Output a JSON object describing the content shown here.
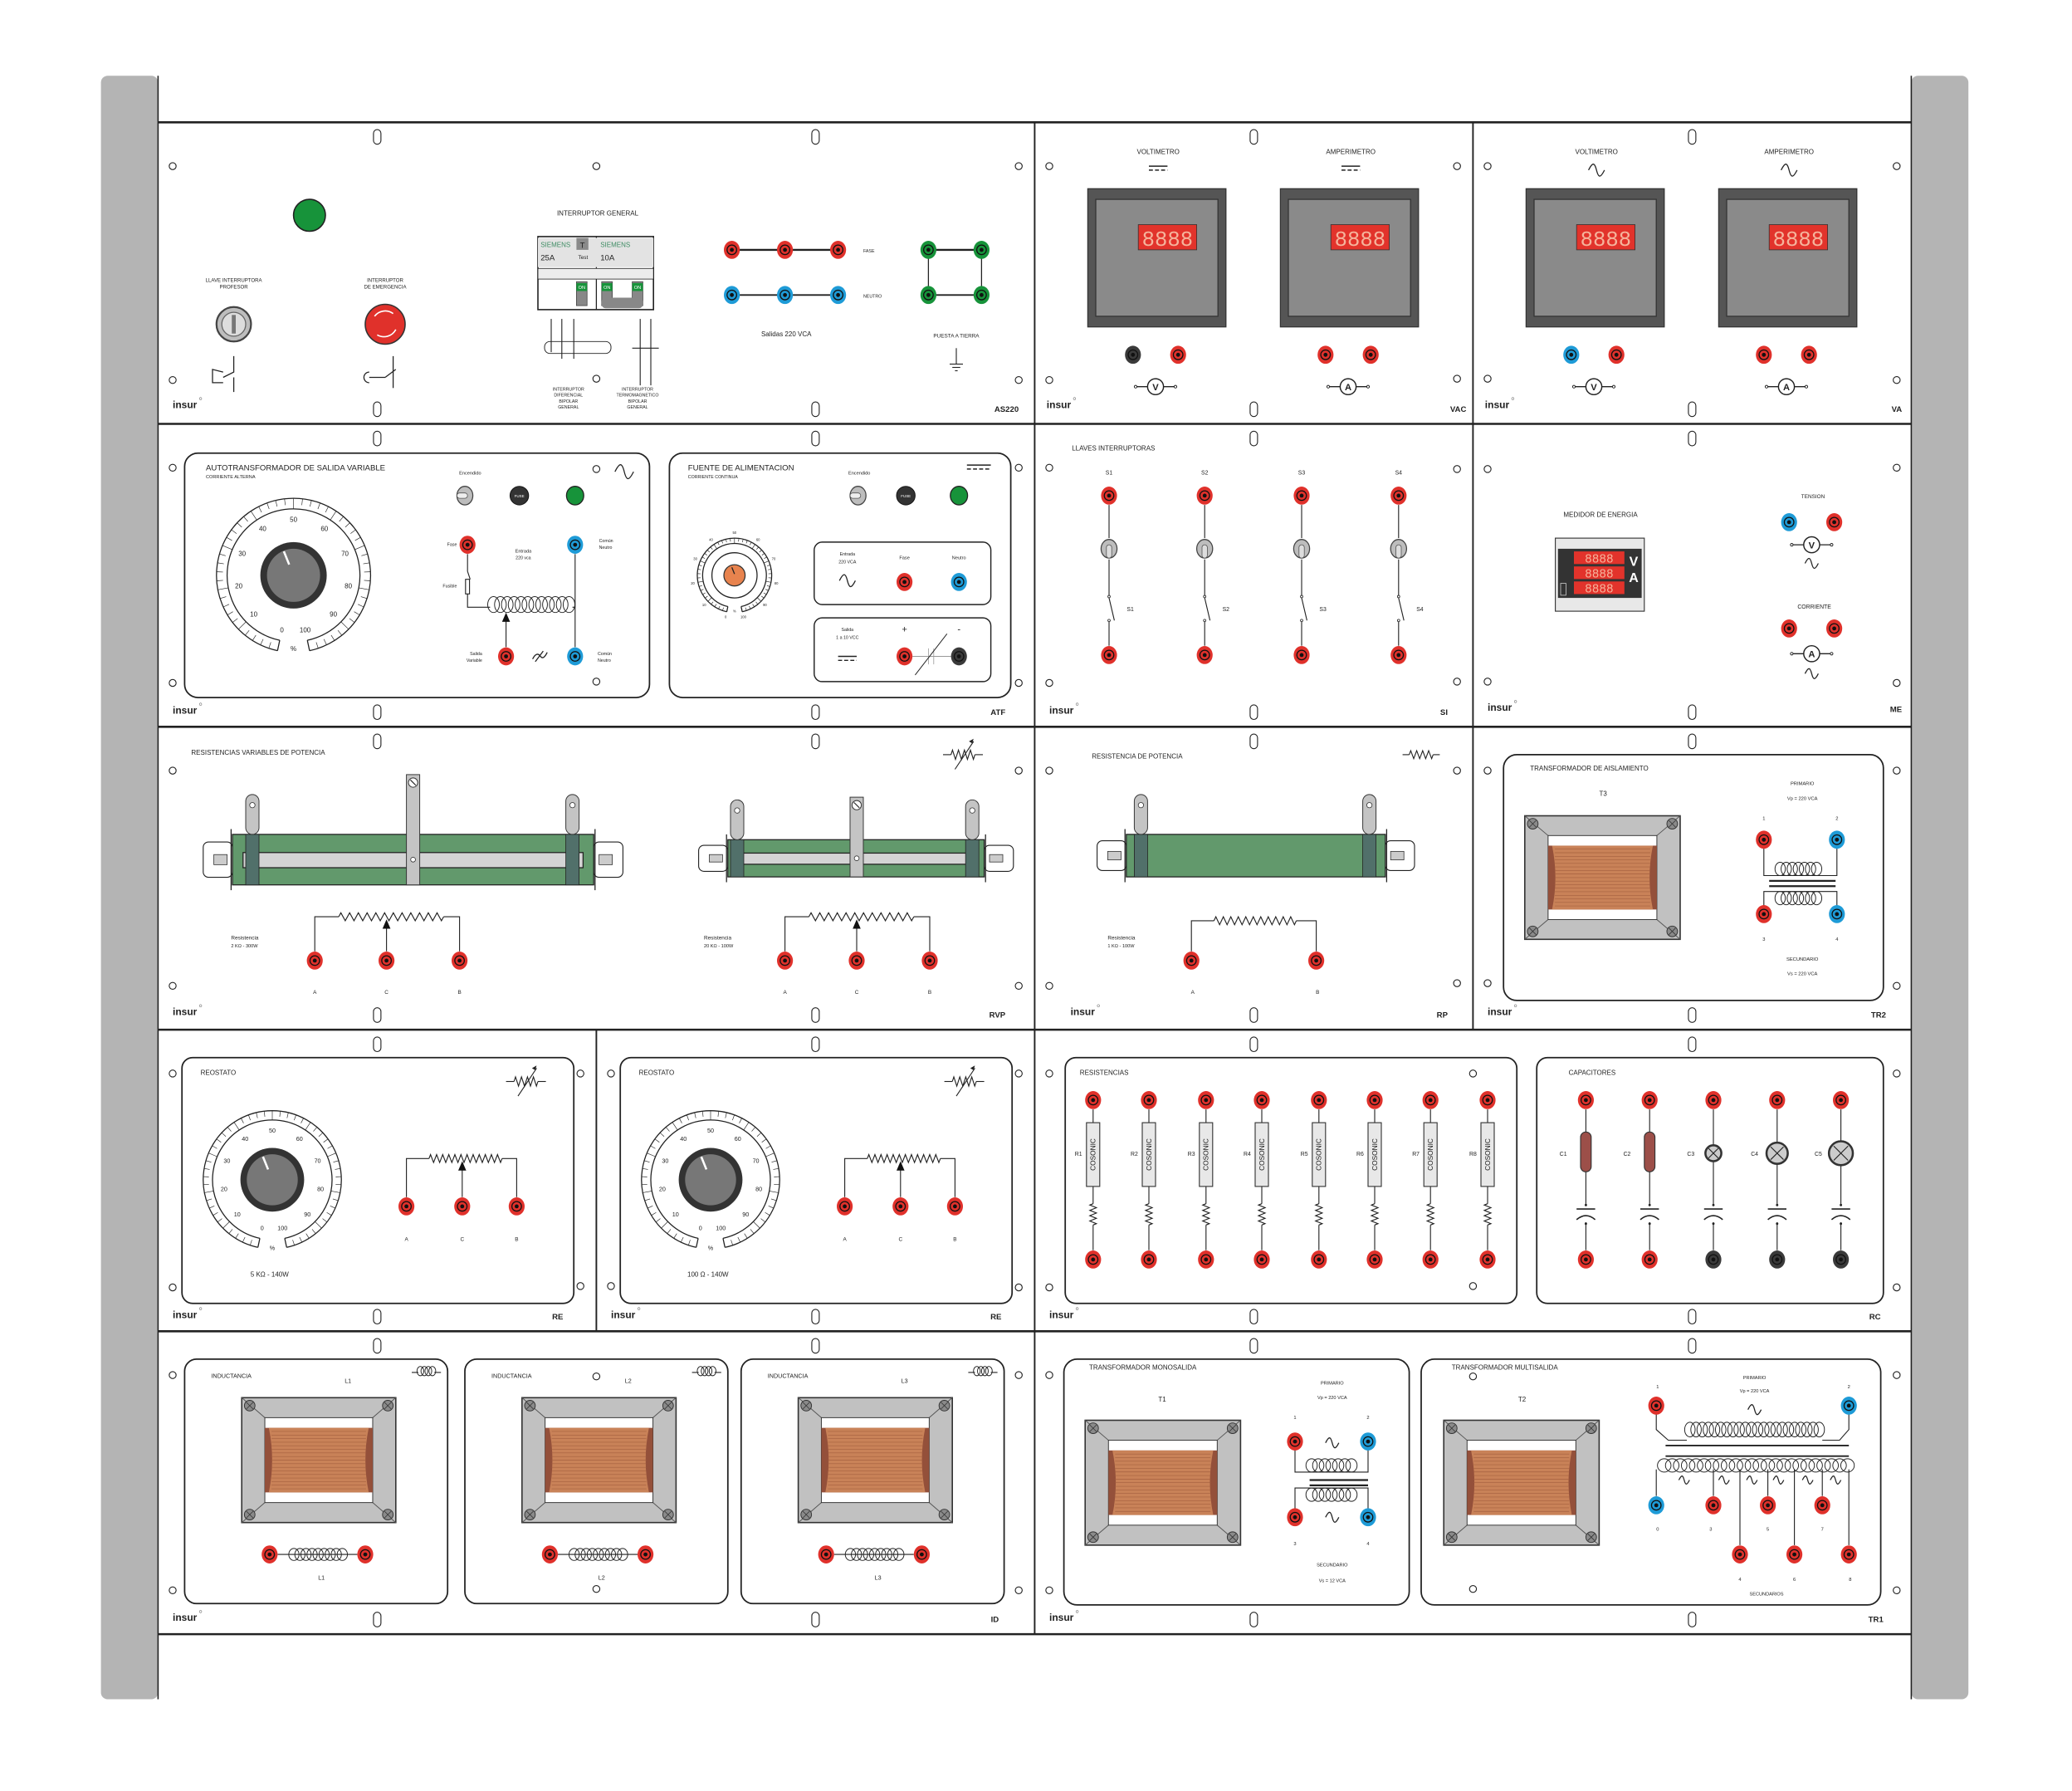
{
  "brand": "insur",
  "colors": {
    "red": "#e0312b",
    "blue": "#1e9bd7",
    "green": "#17933a",
    "black": "#3a3a3a",
    "resistor_green": "#62996c",
    "copper": "#c98258",
    "rail": "#b4b4b4",
    "display": "#e2332b"
  },
  "as220": {
    "key_label": [
      "LLAVE INTERRUPTORA",
      "PROFESOR"
    ],
    "emergency_label": [
      "INTERRUPTOR",
      "DE EMERGENCIA"
    ],
    "breaker_title": "INTERRUPTOR GENERAL",
    "breakers": [
      {
        "brand": "SIEMENS",
        "rating": "25A"
      },
      {
        "brand": "SIEMENS",
        "rating": "10A"
      }
    ],
    "test_key": "T",
    "test_text": "Test",
    "on_label": "ON",
    "diff_label": [
      "INTERRUPTOR",
      "DIFERENCIAL",
      "BIPOLAR",
      "GENERAL"
    ],
    "thermo_label": [
      "INTERRUPTOR",
      "TERMOMAGNETICO",
      "BIPOLAR",
      "GENERAL"
    ],
    "phase_label": "FASE",
    "neutral_label": "NEUTRO",
    "outputs_label": "Salidas  220 VCA",
    "ground_label": "PUESTA A TIERRA",
    "code": "AS220"
  },
  "vac": {
    "meters": [
      {
        "title": "VOLTIMETRO",
        "display": "8888",
        "symbol": "V"
      },
      {
        "title": "AMPERIMETRO",
        "display": "8888",
        "symbol": "A"
      }
    ],
    "code": "VAC"
  },
  "va": {
    "meters": [
      {
        "title": "VOLTIMETRO",
        "display": "8888",
        "symbol": "V"
      },
      {
        "title": "AMPERIMETRO",
        "display": "8888",
        "symbol": "A"
      }
    ],
    "code": "VA"
  },
  "atf": {
    "auto_title": "AUTOTRANSFORMADOR  DE SALIDA VARIABLE",
    "auto_subtitle": "CORRIENTE ALTERNA",
    "on_label": "Encendido",
    "fuse_label": "FUSE",
    "phase_label": "Fase",
    "input_label": [
      "Entrada",
      "220 vca"
    ],
    "common_neutral": [
      "Común",
      "Neutro"
    ],
    "fuse_text": "Fusible",
    "var_out": [
      "Salida",
      "Variable"
    ],
    "dial_ticks": [
      "0",
      "10",
      "20",
      "30",
      "40",
      "50",
      "60",
      "70",
      "80",
      "90",
      "100"
    ],
    "dial_unit": "%",
    "psu_title": "FUENTE DE ALIMENTACION",
    "psu_subtitle": "CORRIENTE CONTINUA",
    "psu_input": [
      "Entrada",
      "220 VCA"
    ],
    "psu_phase": "Fase",
    "psu_neutral": "Neutro",
    "psu_output": [
      "Salida",
      "1 a 10 VCC"
    ],
    "plus": "+",
    "minus": "-",
    "code": "ATF"
  },
  "si": {
    "title": "LLAVES INTERRUPTORAS",
    "switches": [
      "S1",
      "S2",
      "S3",
      "S4"
    ],
    "code": "SI"
  },
  "me": {
    "title": "MEDIDOR DE ENERGIA",
    "displays": [
      "8888",
      "8888",
      "8888"
    ],
    "units": [
      "V",
      "A"
    ],
    "voltage_label": "TENSION",
    "current_label": "CORRIENTE",
    "meter_symbols": [
      "V",
      "A"
    ],
    "code": "ME"
  },
  "rvp": {
    "title": "RESISTENCIAS VARIABLES DE POTENCIA",
    "resistors": [
      {
        "label": "Resistencia",
        "rating": "2 KΩ - 300W"
      },
      {
        "label": "Resistencia",
        "rating": "20 KΩ - 100W"
      }
    ],
    "terminals": [
      "A",
      "C",
      "B"
    ],
    "code": "RVP"
  },
  "rp": {
    "title": "RESISTENCIA DE POTENCIA",
    "label": "Resistencia",
    "rating": "1 KΩ - 100W",
    "terminals": [
      "A",
      "B"
    ],
    "code": "RP"
  },
  "tr2": {
    "title": "TRANSFORMADOR DE AISLAMIENTO",
    "name": "T3",
    "primary": "PRIMARIO",
    "vp": "Vp = 220 VCA",
    "secondary": "SECUNDARIO",
    "vs": "Vs = 220 VCA",
    "terminals": [
      "1",
      "2",
      "3",
      "4"
    ],
    "code": "TR2"
  },
  "re": [
    {
      "title": "REOSTATO",
      "rating": "5 KΩ - 140W",
      "code": "RE"
    },
    {
      "title": "REOSTATO",
      "rating": "100 Ω - 140W",
      "code": "RE"
    }
  ],
  "re_terminals": [
    "A",
    "C",
    "B"
  ],
  "rc": {
    "res_title": "RESISTENCIAS",
    "resistors": [
      "R1",
      "R2",
      "R3",
      "R4",
      "R5",
      "R6",
      "R7",
      "R8"
    ],
    "res_brand": "COSONIC",
    "cap_title": "CAPACITORES",
    "capacitors": [
      "C1",
      "C2",
      "C3",
      "C4",
      "C5"
    ],
    "code": "RC"
  },
  "id": {
    "inductors": [
      {
        "title": "INDUCTANCIA",
        "name": "L1"
      },
      {
        "title": "INDUCTANCIA",
        "name": "L2"
      },
      {
        "title": "INDUCTANCIA",
        "name": "L3"
      }
    ],
    "code": "ID"
  },
  "tr1": {
    "mono_title": "TRANSFORMADOR MONOSALIDA",
    "mono_name": "T1",
    "primary": "PRIMARIO",
    "vp": "Vp = 220 VCA",
    "secondary": "SECUNDARIO",
    "vs": "Vs = 12 VCA",
    "mono_terminals": [
      "1",
      "2",
      "3",
      "4"
    ],
    "multi_title": "TRANSFORMADOR MULTISALIDA",
    "multi_name": "T2",
    "multi_primary": "PRIMARIO",
    "multi_vp": "Vp = 220 VCA",
    "multi_terminals_top": [
      "1",
      "2"
    ],
    "multi_terminals": [
      "0",
      "3",
      "5",
      "7",
      "4",
      "6",
      "8"
    ],
    "multi_secondary": "SECUNDARIOS",
    "code": "TR1"
  }
}
